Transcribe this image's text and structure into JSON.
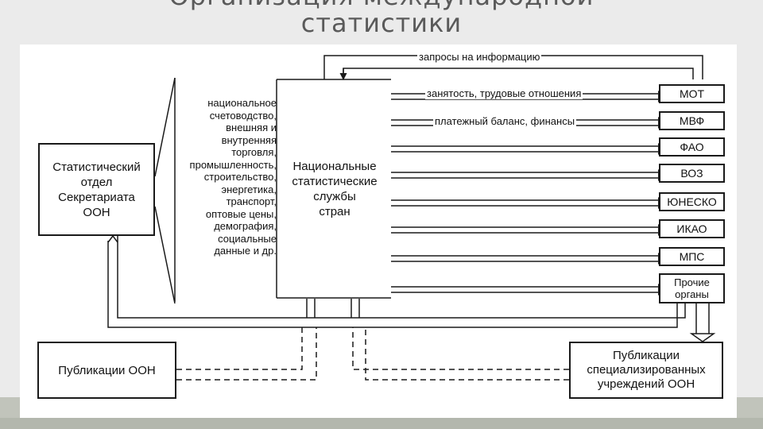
{
  "title_lines": [
    "Организация международной",
    "статистики"
  ],
  "stat_dept": "Статистический\nотдел\nСекретариата\nООН",
  "national_services": "Национальные\nстатистические\nслужбы\nстран",
  "domains": "национальное\nсчетоводство,\nвнешняя и\nвнутренняя\nторговля,\nпромышленность,\nстроительство,\nэнергетика,\nтранспорт,\nоптовые цены,\nдемография,\nсоциальные\nданные и др.",
  "requests_label": "запросы на информацию",
  "flow_labels": [
    "занятость, трудовые отношения",
    "платежный баланс, финансы"
  ],
  "organizations": [
    "МОТ",
    "МВФ",
    "ФАО",
    "ВОЗ",
    "ЮНЕСКО",
    "ИКАО",
    "МПС"
  ],
  "other_orgs": "Прочие\nорганы",
  "publications_uno": "Публикации ООН",
  "publications_specialized": "Публикации\nспециализированных\nучреждений ООН"
}
